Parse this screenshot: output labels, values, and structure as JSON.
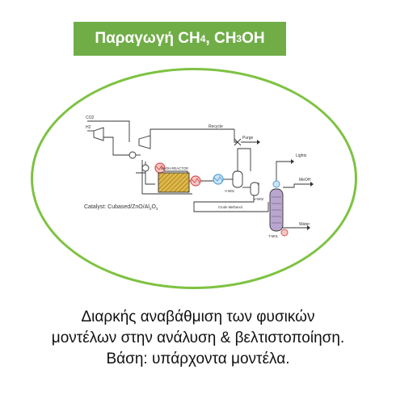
{
  "title": {
    "main": "Παραγωγή CH",
    "sub1": "4",
    "mid": " , CH",
    "sub2": "3",
    "end": "OH"
  },
  "diagram": {
    "labels": {
      "co2": "CO2",
      "h2": "H2",
      "recycle": "Recycle",
      "purge": "Purge",
      "reactor": "MeOH-REACTOR",
      "v901": "V-M01",
      "v902": "V-M02",
      "crude": "Crude Methanol",
      "lights": "Lights",
      "meoh": "MeOH",
      "water": "Water",
      "column": "T-M01",
      "catalyst_prefix": "Catalyst: Cubased/ZnO/Al",
      "catalyst_sub1": "2",
      "catalyst_mid": "O",
      "catalyst_sub2": "3"
    }
  },
  "caption": {
    "line1": "Διαρκής αναβάθμιση των φυσικών",
    "line2": "μοντέλων στην ανάλυση & βελτιστοποίηση.",
    "line3": "Βάση: υπάρχοντα μοντέλα."
  },
  "colors": {
    "title_bg": "#70ad47",
    "ellipse": "#7ec242",
    "heat_exchanger": "#d9534f",
    "cooler": "#4f9fd9",
    "reactor_fill": "#e0b84a",
    "column_fill": "#b9a6cf"
  }
}
